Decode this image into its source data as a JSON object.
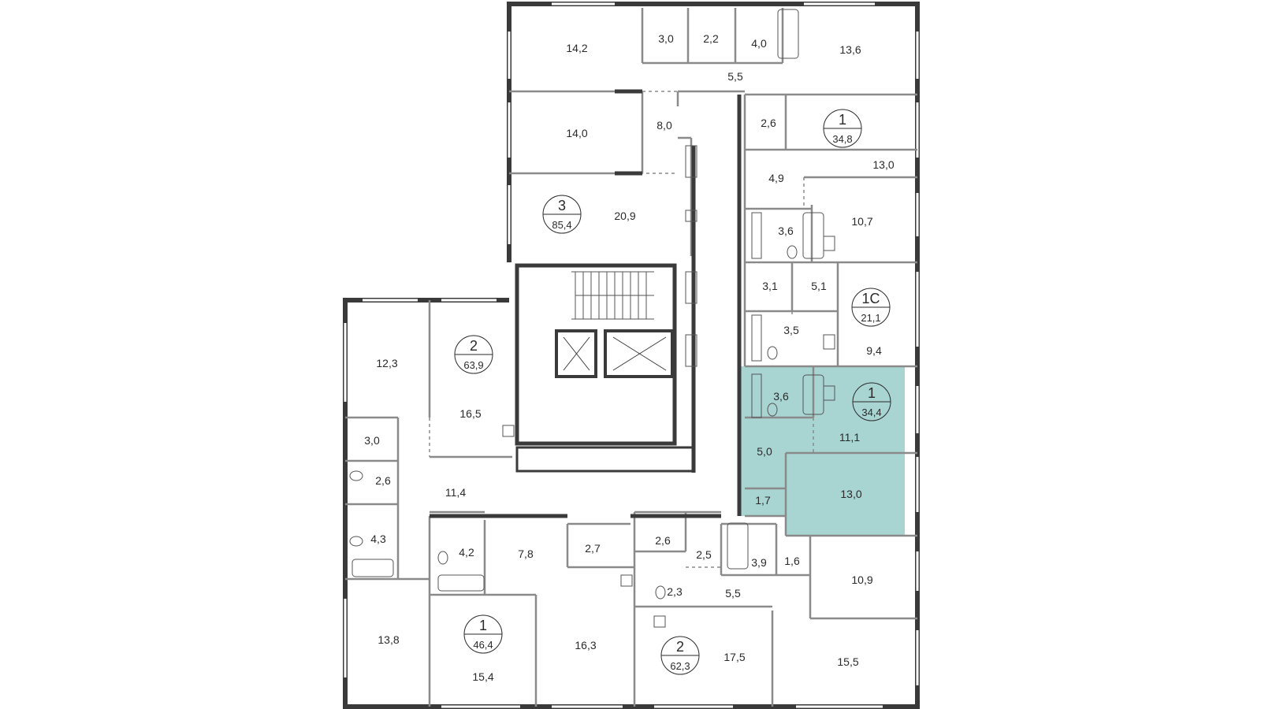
{
  "colors": {
    "wall": "#3a3a3a",
    "partition": "#8a8a8a",
    "highlight": "#a8d4d2",
    "window": "#ffffff",
    "background": "#ffffff"
  },
  "apartments": [
    {
      "id": "apt-3-85",
      "rooms": "3",
      "area": "85,4"
    },
    {
      "id": "apt-1-348",
      "rooms": "1",
      "area": "34,8"
    },
    {
      "id": "apt-1c-211",
      "rooms": "1С",
      "area": "21,1"
    },
    {
      "id": "apt-1-344",
      "rooms": "1",
      "area": "34,4",
      "selected": true
    },
    {
      "id": "apt-2-639",
      "rooms": "2",
      "area": "63,9"
    },
    {
      "id": "apt-1-464",
      "rooms": "1",
      "area": "46,4"
    },
    {
      "id": "apt-2-623",
      "rooms": "2",
      "area": "62,3"
    }
  ],
  "room_areas": [
    "14,2",
    "3,0",
    "2,2",
    "4,0",
    "13,6",
    "5,5",
    "14,0",
    "8,0",
    "2,6",
    "13,0",
    "4,9",
    "20,9",
    "3,6",
    "10,7",
    "3,1",
    "5,1",
    "3,5",
    "9,4",
    "12,3",
    "16,5",
    "3,6",
    "11,1",
    "5,0",
    "1,7",
    "13,0",
    "3,0",
    "2,6",
    "11,4",
    "4,3",
    "4,2",
    "7,8",
    "2,7",
    "2,6",
    "2,5",
    "3,9",
    "1,6",
    "10,9",
    "2,3",
    "5,5",
    "13,8",
    "15,4",
    "16,3",
    "17,5",
    "15,5"
  ]
}
